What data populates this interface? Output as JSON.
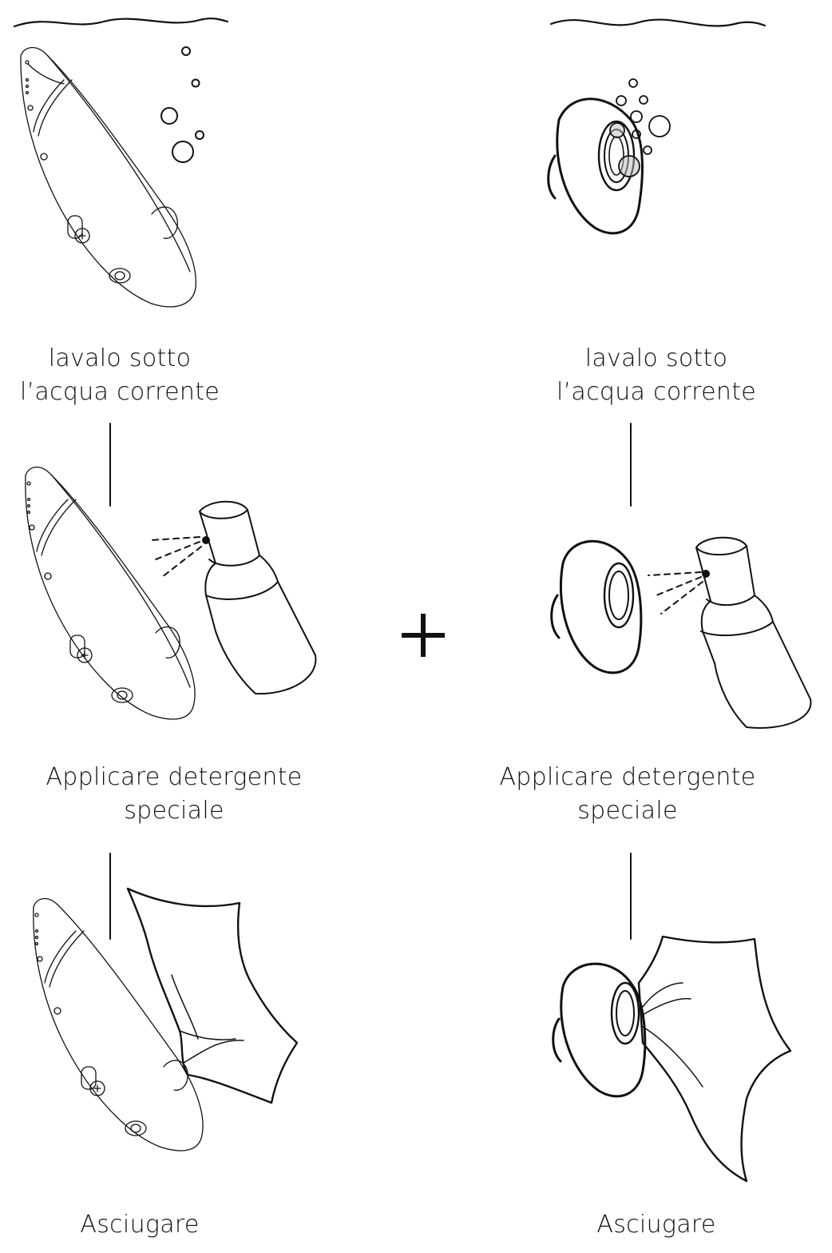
{
  "steps": {
    "rinse": {
      "line1": "lavalo sotto",
      "line2": "l’acqua corrente"
    },
    "clean": {
      "line1": "Applicare detergente",
      "line2": "speciale"
    },
    "dry": {
      "line1": "Asciugare"
    }
  },
  "icons": [
    "water-surface-icon",
    "bubbles-icon",
    "toy-body-icon",
    "toy-head-icon",
    "spray-bottle-icon",
    "spray-mist-icon",
    "cloth-icon",
    "plus-icon"
  ],
  "colors": {
    "ink": "#111111",
    "background": "#ffffff"
  }
}
